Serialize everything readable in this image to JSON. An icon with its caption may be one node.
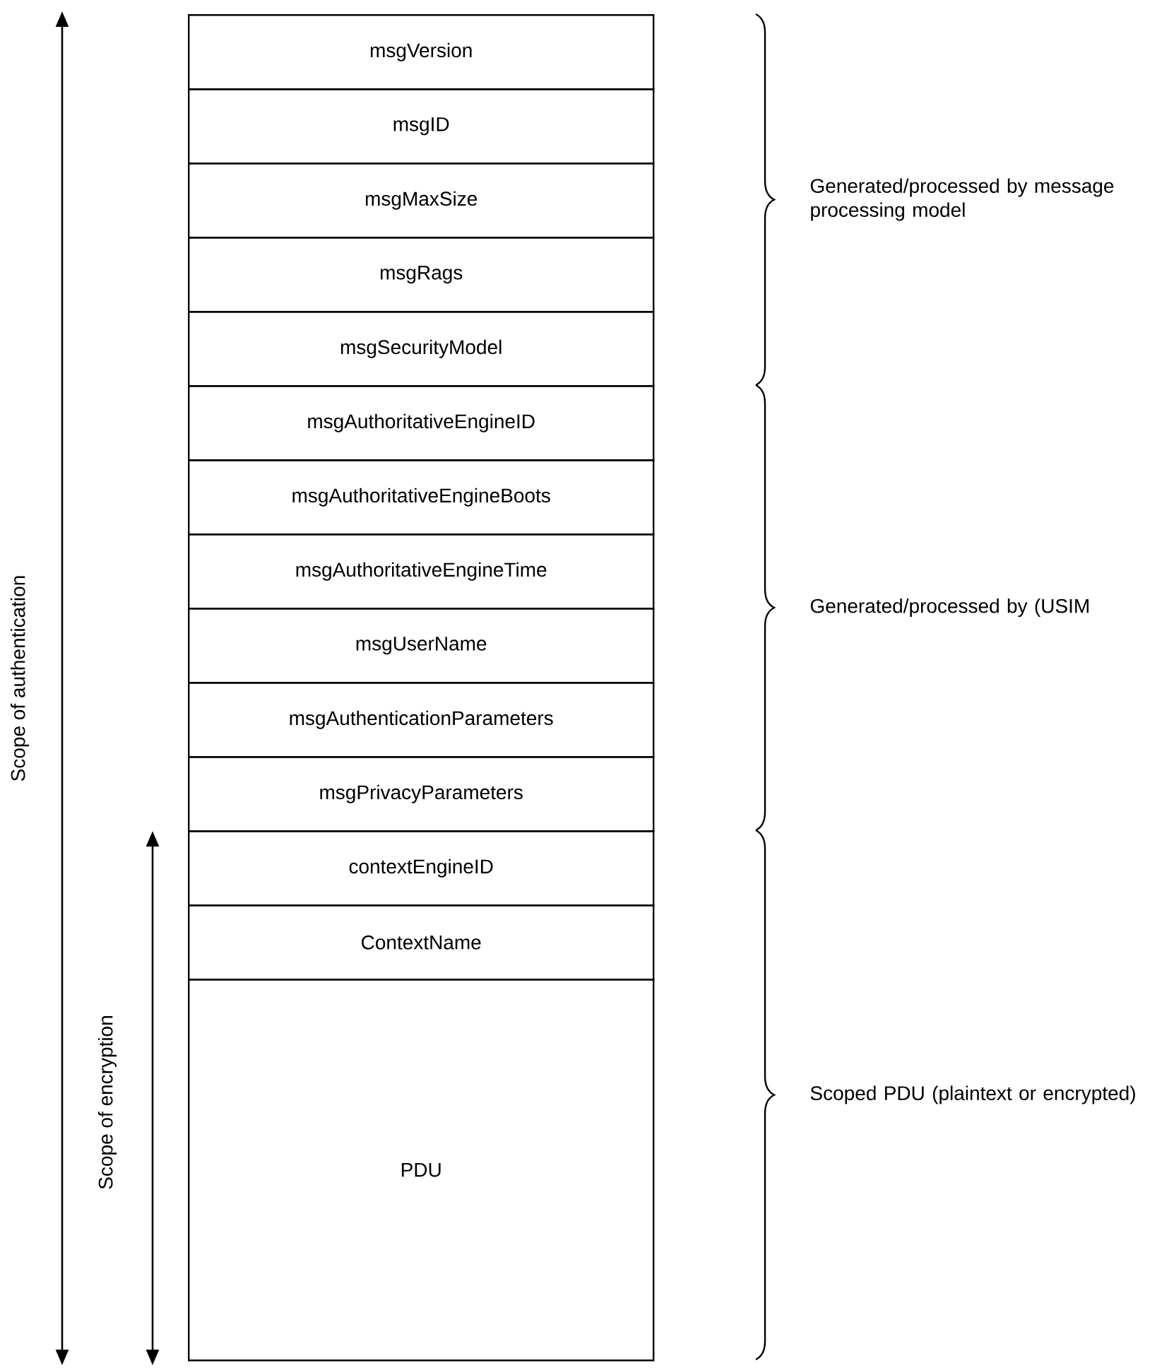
{
  "diagram": {
    "nodes": [
      {
        "text": [
          "msgVersion"
        ]
      },
      {
        "text": [
          "msgID"
        ]
      },
      {
        "text": [
          "msgMaxSize"
        ]
      },
      {
        "text": [
          "msgRags"
        ]
      },
      {
        "text": [
          "msgSecurityModel"
        ]
      },
      {
        "text": [
          "msgAuthoritativeEngineID"
        ]
      },
      {
        "text": [
          "msgAuthoritativeEngineBoots"
        ]
      },
      {
        "text": [
          "msgAuthoritativeEngineTime"
        ]
      },
      {
        "text": [
          "msgUserName"
        ]
      },
      {
        "text": [
          "msgAuthenticationParameters"
        ]
      },
      {
        "text": [
          "msgPrivacyParameters"
        ]
      },
      {
        "text": [
          "contextEngineID"
        ]
      },
      {
        "text": [
          "ContextName"
        ]
      },
      {
        "text": [
          "PDU"
        ]
      }
    ],
    "labels": [
      "Scope of authentication",
      "Scope of encryption",
      "Generated/processed by message processing model",
      "Generated/processed by (USIM",
      "Scoped PDU (plaintext or encrypted)"
    ]
  }
}
